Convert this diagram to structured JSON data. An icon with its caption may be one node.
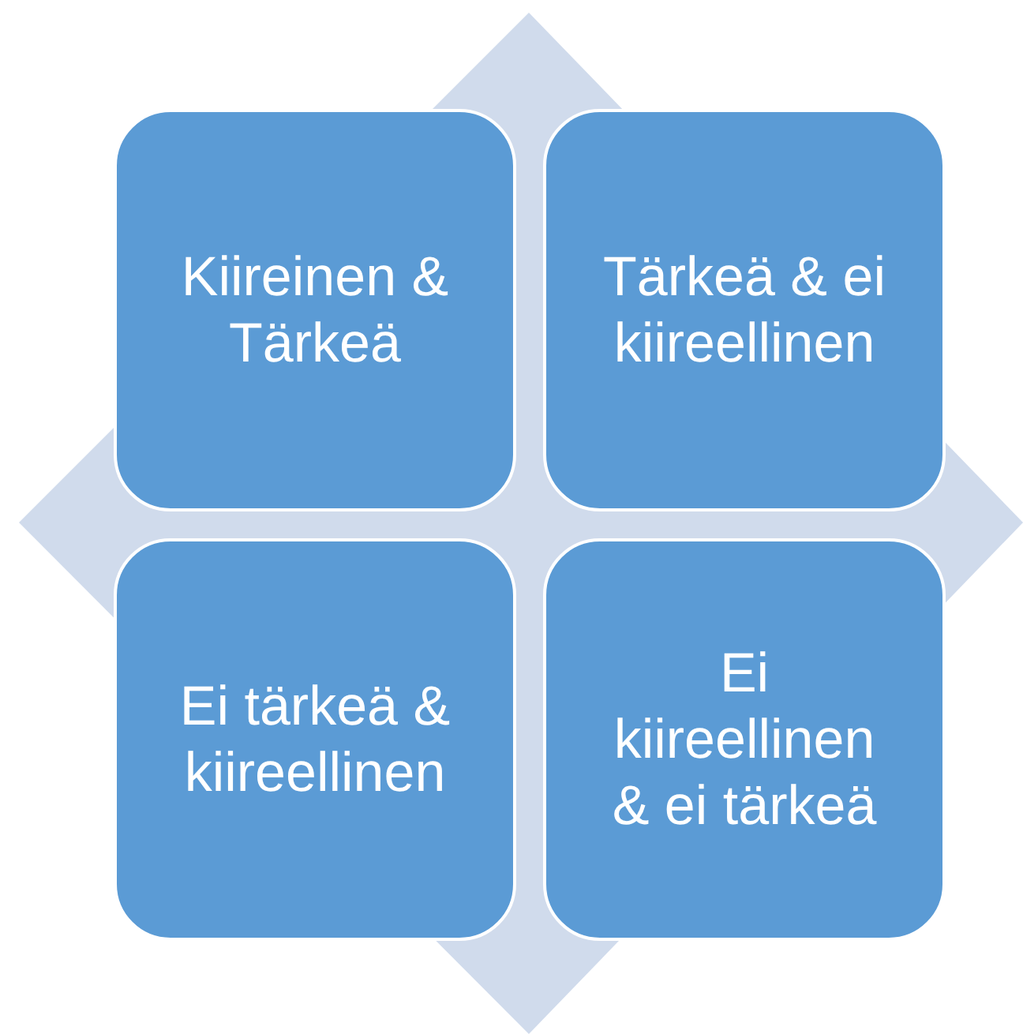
{
  "diagram": {
    "nodes": [
      {
        "text": [
          "Kiireinen & Tärkeä"
        ]
      },
      {
        "text": [
          "Tärkeä & ei kiireellinen"
        ]
      },
      {
        "text": [
          "Ei tärkeä & kiireellinen"
        ]
      },
      {
        "text": [
          "Ei kiireellinen & ei tärkeä"
        ]
      }
    ]
  }
}
